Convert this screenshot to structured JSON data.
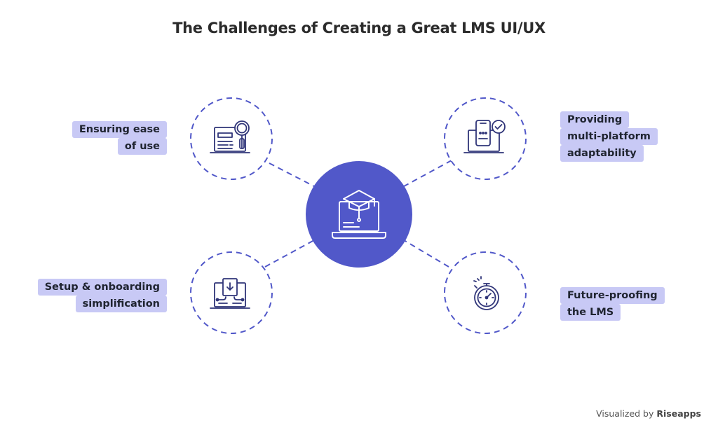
{
  "title": "The Challenges of Creating a Great LMS UI/UX",
  "center_icon": "laptop-graduation-cap-icon",
  "accent_color": "#5158c9",
  "label_bg_color": "#c8c9f5",
  "nodes": [
    {
      "id": "ease",
      "lines": [
        "Ensuring ease",
        "of use"
      ],
      "icon": "laptop-magnifier-icon"
    },
    {
      "id": "multi",
      "lines": [
        "Providing",
        "multi-platform",
        "adaptability"
      ],
      "icon": "laptop-phone-check-icon"
    },
    {
      "id": "setup",
      "lines": [
        "Setup & onboarding",
        "simplification"
      ],
      "icon": "laptop-download-flow-icon"
    },
    {
      "id": "future",
      "lines": [
        "Future-proofing",
        "the LMS"
      ],
      "icon": "stopwatch-icon"
    }
  ],
  "footer": {
    "prefix": "Visualized by",
    "brand": "Riseapps"
  }
}
